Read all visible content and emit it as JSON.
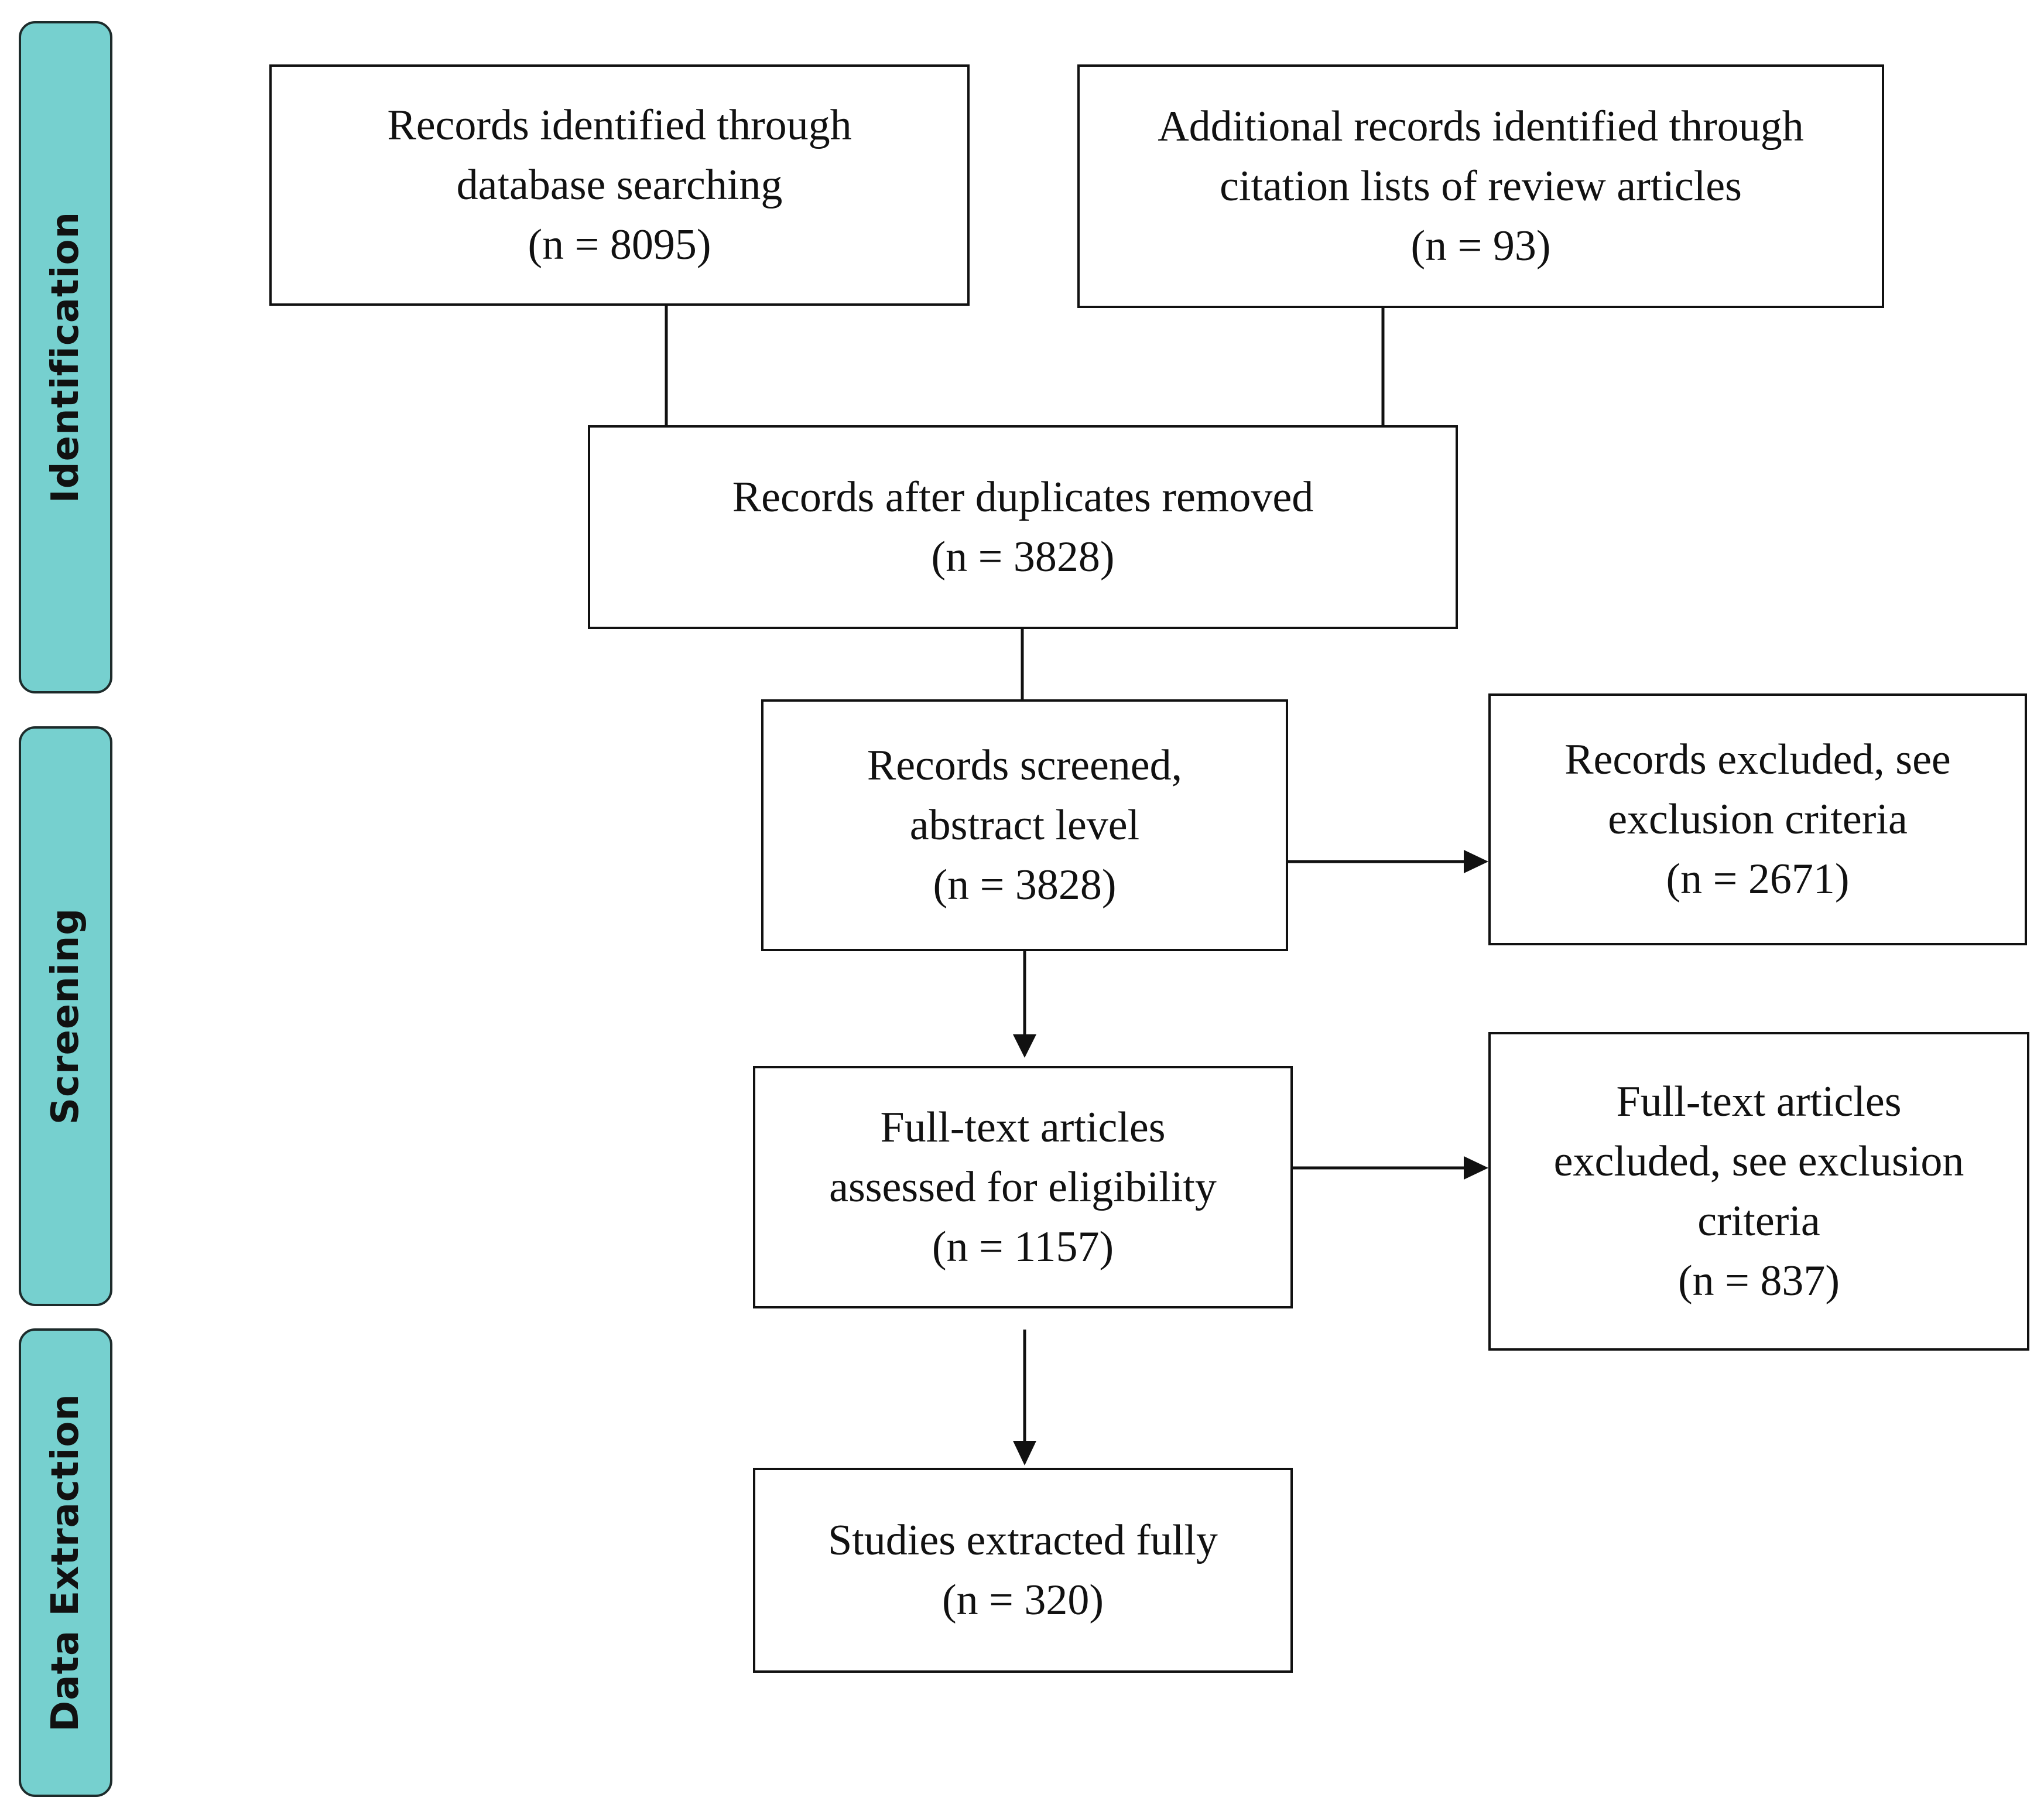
{
  "phases": {
    "identification": "Identification",
    "screening": "Screening",
    "data_extraction": "Data Extraction"
  },
  "boxes": {
    "database_search": {
      "line1": "Records identified through",
      "line2": "database searching",
      "count": "(n = 8095)"
    },
    "citation_lists": {
      "line1": "Additional records identified through",
      "line2": "citation lists of review articles",
      "count": "(n = 93)"
    },
    "after_duplicates": {
      "line1": "Records after duplicates removed",
      "count": "(n = 3828)"
    },
    "screened": {
      "line1": "Records screened,",
      "line2": "abstract level",
      "count": "(n = 3828)"
    },
    "excluded_records": {
      "line1": "Records excluded, see",
      "line2": "exclusion criteria",
      "count": "(n = 2671)"
    },
    "full_text": {
      "line1": "Full-text articles",
      "line2": "assessed for eligibility",
      "count": "(n = 1157)"
    },
    "excluded_full_text": {
      "line1": "Full-text articles",
      "line2": "excluded, see exclusion",
      "line3": "criteria",
      "count": "(n = 837)"
    },
    "extracted": {
      "line1": "Studies extracted fully",
      "count": "(n = 320)"
    }
  }
}
